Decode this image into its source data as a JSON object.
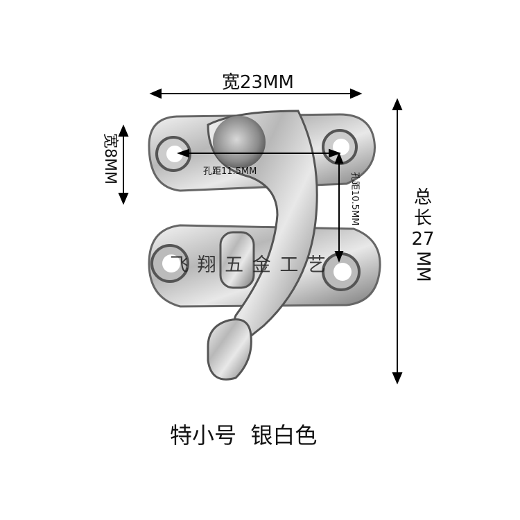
{
  "dimensions": {
    "width_label": "宽23MM",
    "height_label": "宽8MM",
    "hole_spacing_horizontal": "孔距11.5MM",
    "hole_spacing_vertical": "孔距10.5MM",
    "total_length": {
      "chars": [
        "总",
        "长"
      ],
      "number": "27",
      "unit": "MM"
    }
  },
  "watermark": "飞 翔 五 金 工 艺",
  "caption": "特小号  银白色"
}
